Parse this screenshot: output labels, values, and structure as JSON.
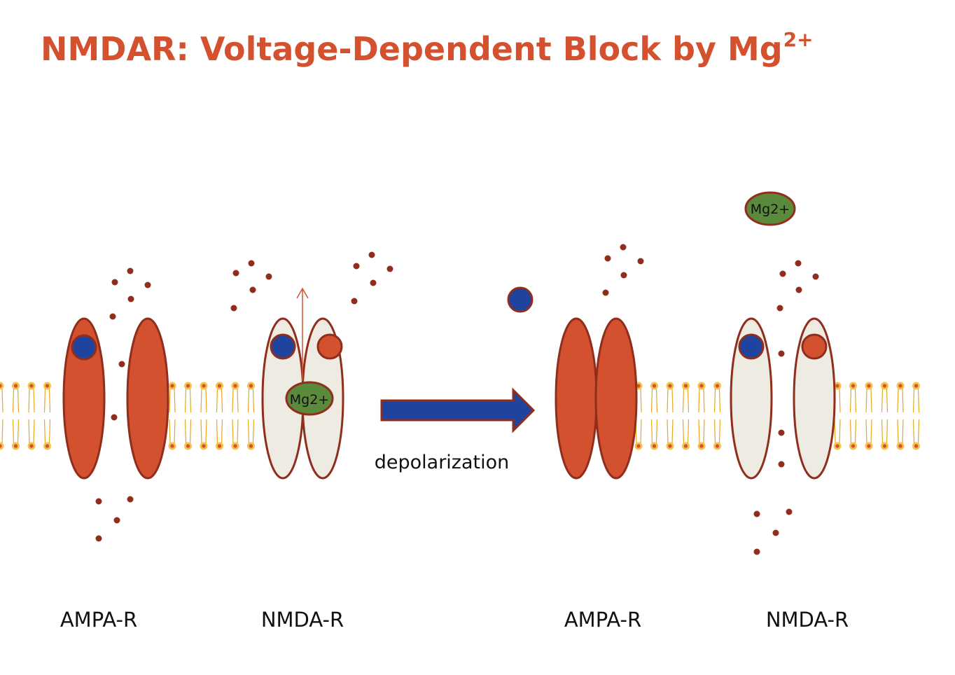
{
  "title": {
    "main": "NMDAR: Voltage-Dependent Block by Mg",
    "superscript": "2+"
  },
  "labels": {
    "ampa_before": "AMPA-R",
    "nmda_before": "NMDA-R",
    "ampa_after": "AMPA-R",
    "nmda_after": "NMDA-R",
    "transition": "depolarization",
    "mg_ion_blocking": "Mg2+",
    "mg_ion_released": "Mg2+"
  },
  "colors": {
    "title": "#D4512F",
    "receptor_open": "#D4512F",
    "receptor_closed": "#EEEBE3",
    "receptor_outline": "#8F2E1C",
    "ligand_blue": "#1E44A0",
    "mg_ion": "#5C8A3C",
    "ion_dot": "#8F2E1C",
    "arrow": "#1E44A0",
    "lipid_head": "#E8A71E",
    "lipid_tail": "#E8A71E"
  }
}
